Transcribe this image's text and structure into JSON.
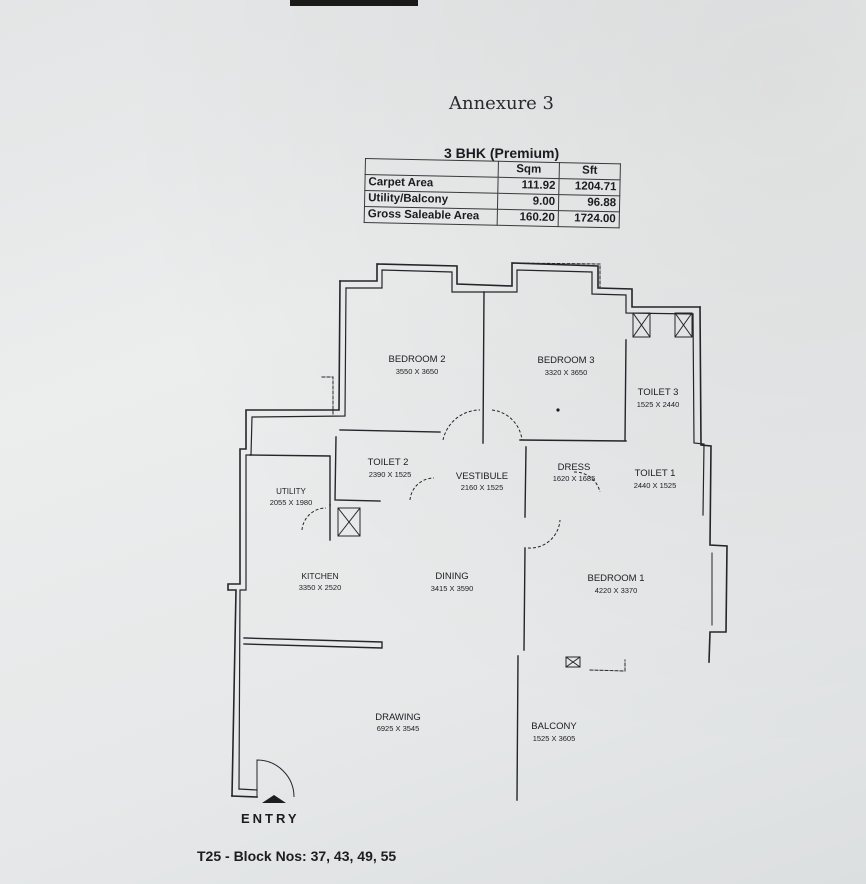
{
  "header": {
    "title": "Annexure 3",
    "subtitle": "3 BHK (Premium)"
  },
  "area_table": {
    "columns": [
      "",
      "Sqm",
      "Sft"
    ],
    "rows": [
      {
        "label": "Carpet Area",
        "sqm": "111.92",
        "sft": "1204.71"
      },
      {
        "label": "Utility/Balcony",
        "sqm": "9.00",
        "sft": "96.88"
      },
      {
        "label": "Gross Saleable Area",
        "sqm": "160.20",
        "sft": "1724.00"
      }
    ]
  },
  "rooms": {
    "bedroom2": {
      "name": "BEDROOM 2",
      "dim": "3550 X 3650"
    },
    "bedroom3": {
      "name": "BEDROOM 3",
      "dim": "3320 X 3650"
    },
    "toilet3": {
      "name": "TOILET 3",
      "dim": "1525 X 2440"
    },
    "toilet2": {
      "name": "TOILET 2",
      "dim": "2390 X 1525"
    },
    "vestibule": {
      "name": "VESTIBULE",
      "dim": "2160 X 1525"
    },
    "dress": {
      "name": "DRESS",
      "dim": "1620 X 1685"
    },
    "toilet1": {
      "name": "TOILET 1",
      "dim": "2440 X 1525"
    },
    "utility": {
      "name": "UTILITY",
      "dim": "2055 X 1980"
    },
    "kitchen": {
      "name": "KITCHEN",
      "dim": "3350 X 2520"
    },
    "dining": {
      "name": "DINING",
      "dim": "3415 X 3590"
    },
    "bedroom1": {
      "name": "BEDROOM 1",
      "dim": "4220 X 3370"
    },
    "drawing": {
      "name": "DRAWING",
      "dim": "6925 X 3545"
    },
    "balcony": {
      "name": "BALCONY",
      "dim": "1525 X 3605"
    }
  },
  "entry_label": "ENTRY",
  "footer": "T25 - Block Nos: 37, 43, 49, 55"
}
